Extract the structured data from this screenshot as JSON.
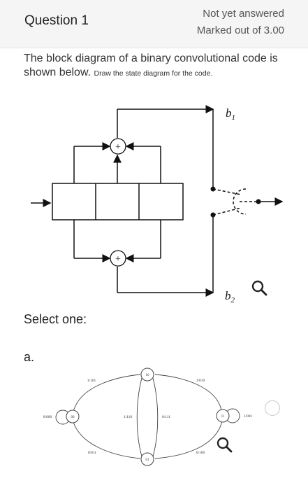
{
  "header": {
    "question_title": "Question 1",
    "status": "Not yet answered",
    "marks": "Marked out of 3.00"
  },
  "question": {
    "text_main": "The block diagram of a binary convolutional code is shown below.",
    "text_small": "Draw the state diagram for the code."
  },
  "block_diagram": {
    "output_b1": "b",
    "output_b1_sub": "1",
    "output_b2": "b",
    "output_b2_sub": "2",
    "adder_symbol": "+"
  },
  "select_one": "Select one:",
  "options": [
    {
      "letter": "a.",
      "states": [
        "00",
        "10",
        "11",
        "01"
      ],
      "edge_labels": {
        "self_00": "0/000",
        "e_00_10": "1/101",
        "e_10_11": "1/010",
        "self_11": "1/001",
        "e_10_01": "1/110",
        "e_01_10": "0/111",
        "e_01_00": "0/011",
        "e_11_01": "0/100"
      }
    }
  ],
  "icons": {
    "zoom": "magnifier-icon"
  }
}
